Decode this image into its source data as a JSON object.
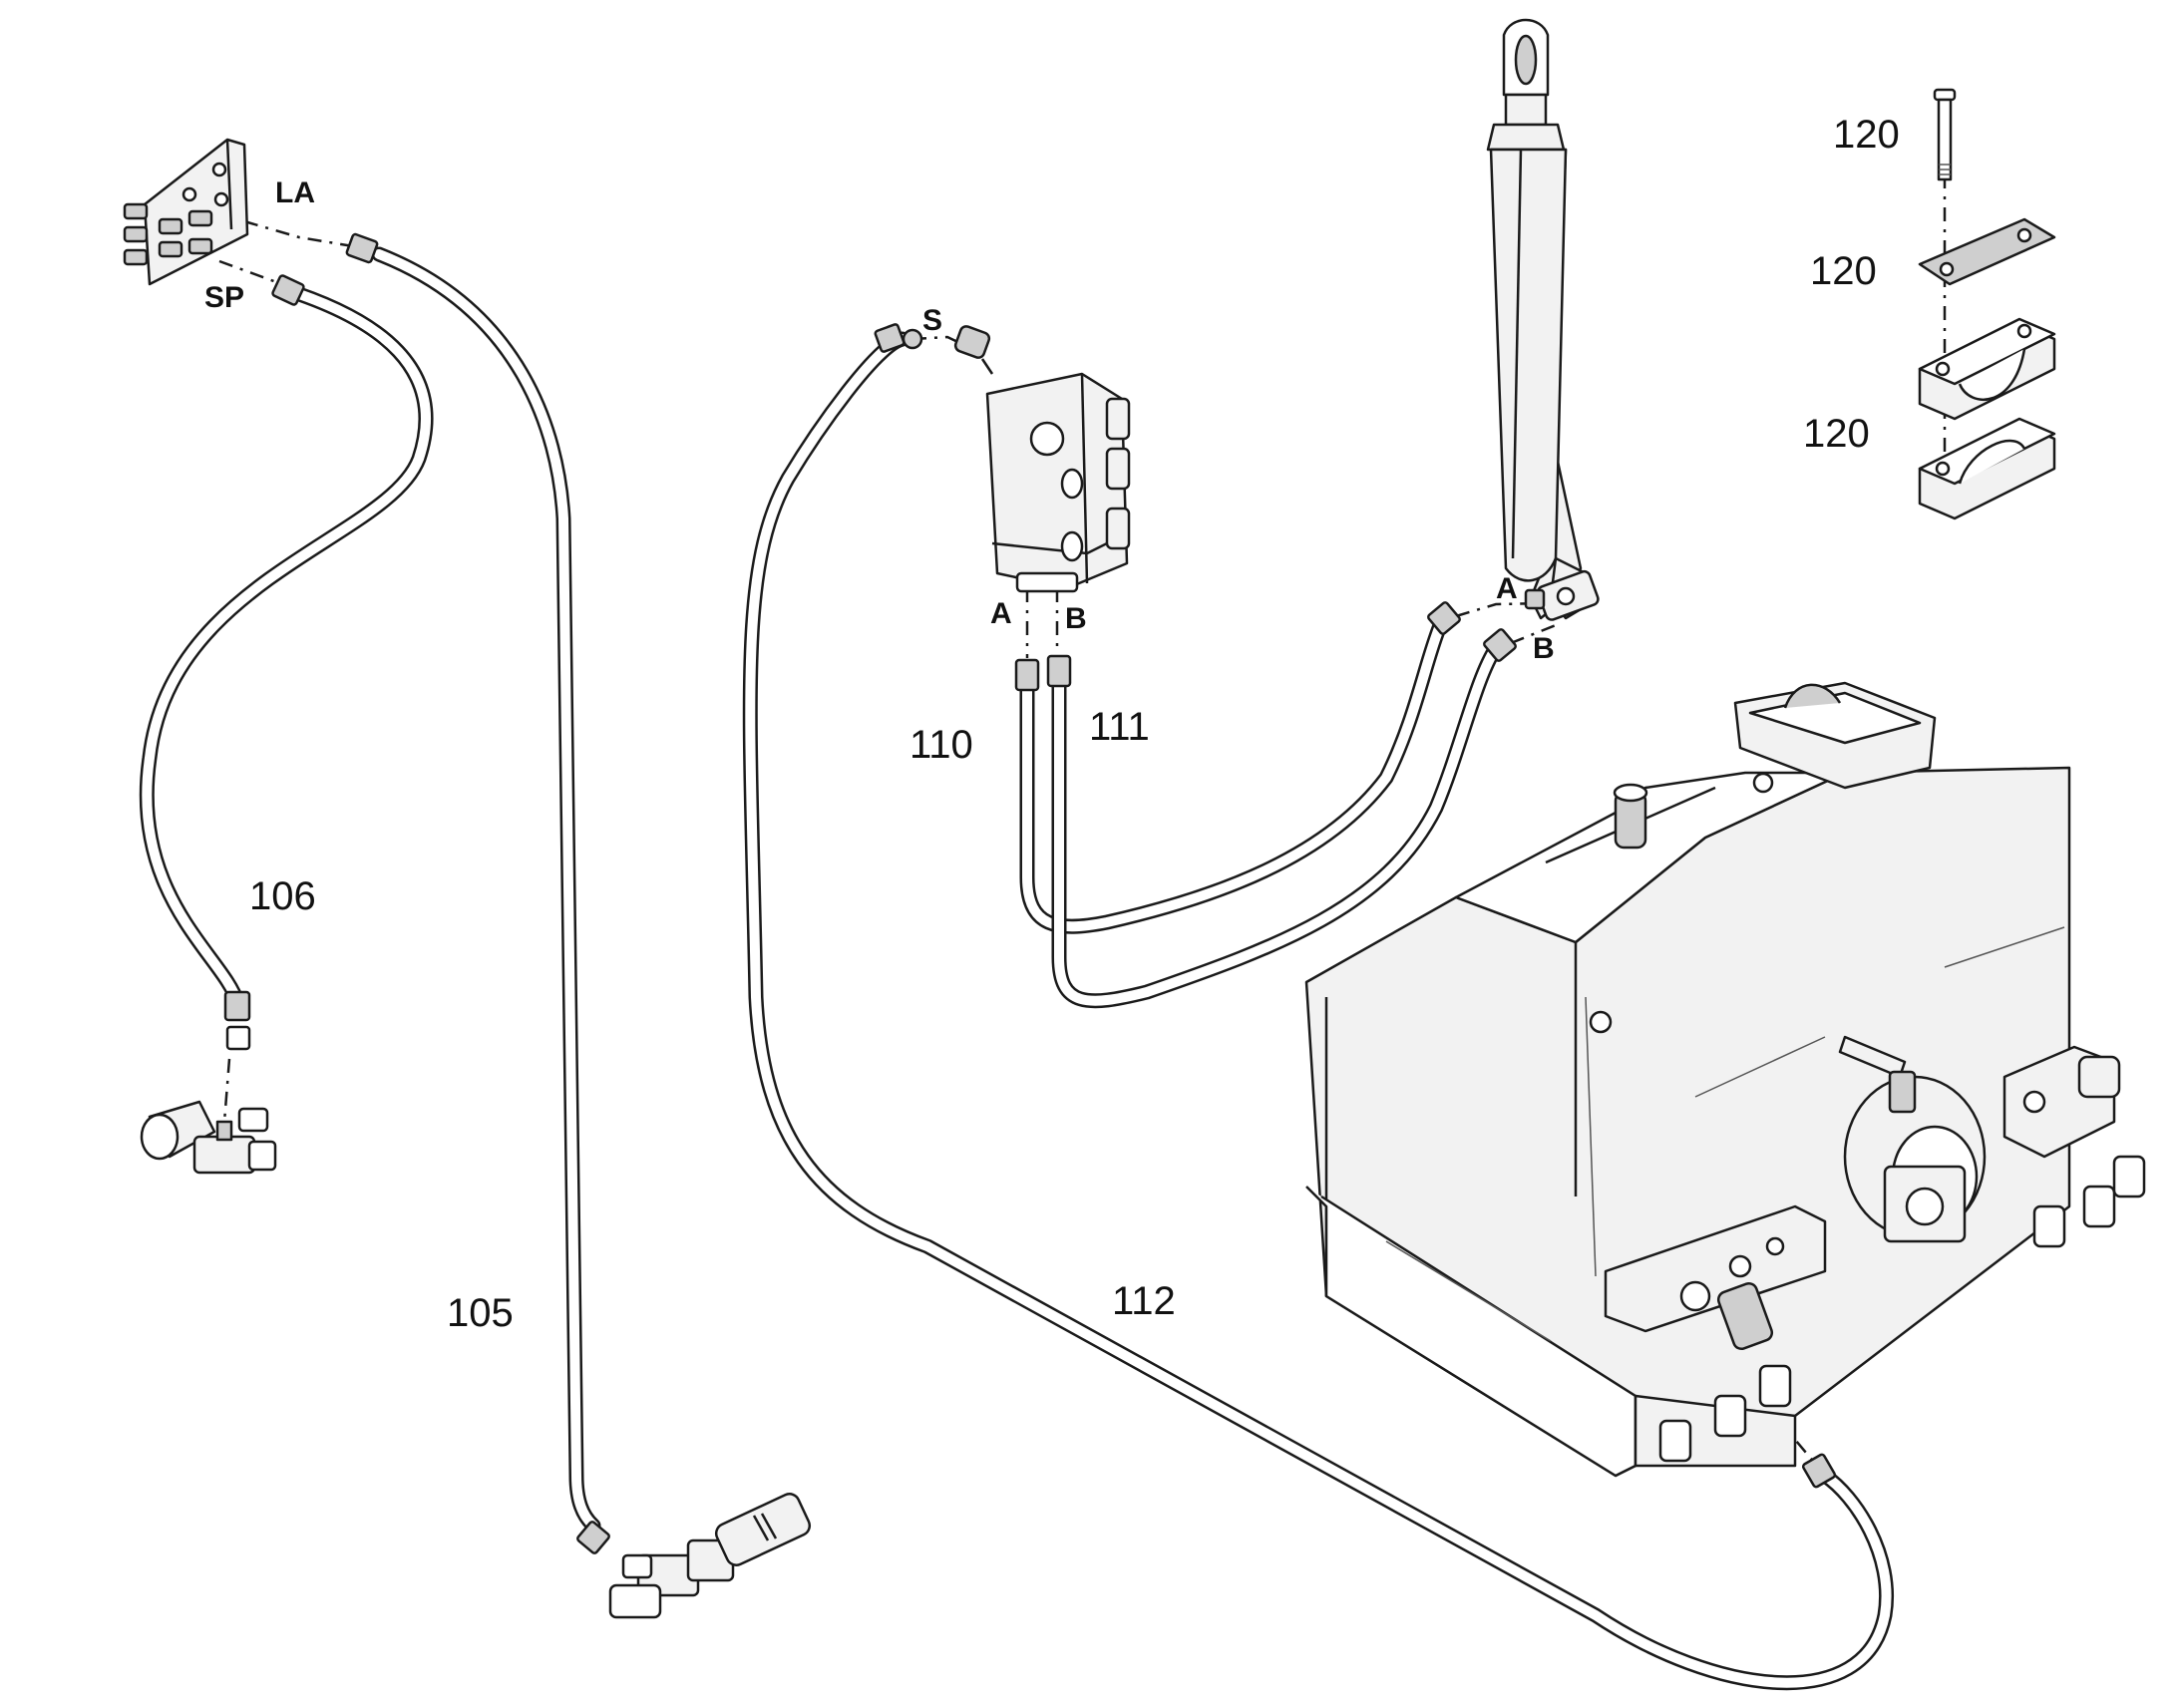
{
  "callouts": {
    "p105": "105",
    "p106": "106",
    "p110": "110",
    "p111": "111",
    "p112": "112",
    "p120_bolt": "120",
    "p120_plate": "120",
    "p120_clamp": "120"
  },
  "ports": {
    "la": "LA",
    "sp": "SP",
    "s": "S",
    "valve_a": "A",
    "valve_b": "B",
    "cyl_a": "A",
    "cyl_b": "B"
  }
}
